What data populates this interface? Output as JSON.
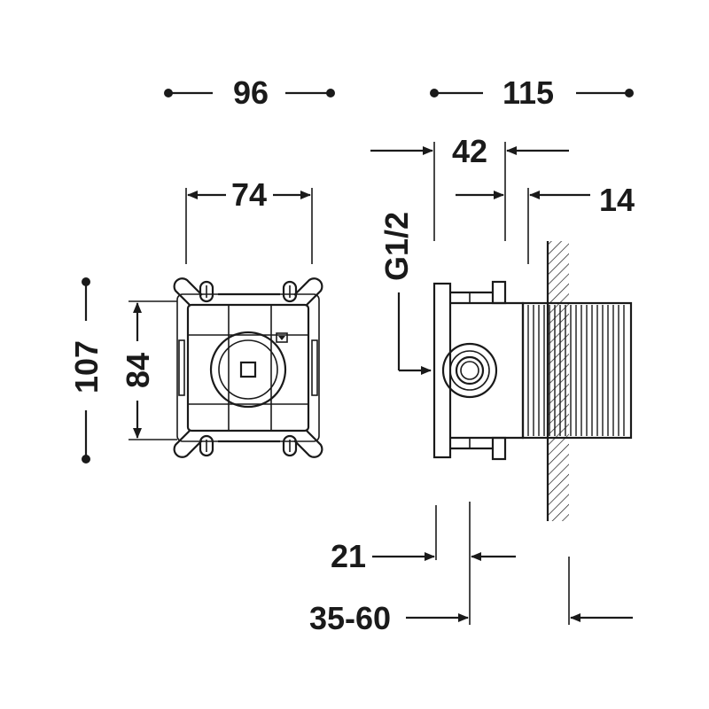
{
  "front_view": {
    "dim_overall_width": "96",
    "dim_inner_width": "74",
    "dim_overall_height": "107",
    "dim_inner_height": "84"
  },
  "side_view": {
    "dim_overall_depth": "115",
    "dim_body_depth": "42",
    "dim_thread_offset": "14",
    "dim_connection": "G1/2",
    "dim_inlet_offset": "21",
    "dim_install_depth_range": "35-60"
  }
}
